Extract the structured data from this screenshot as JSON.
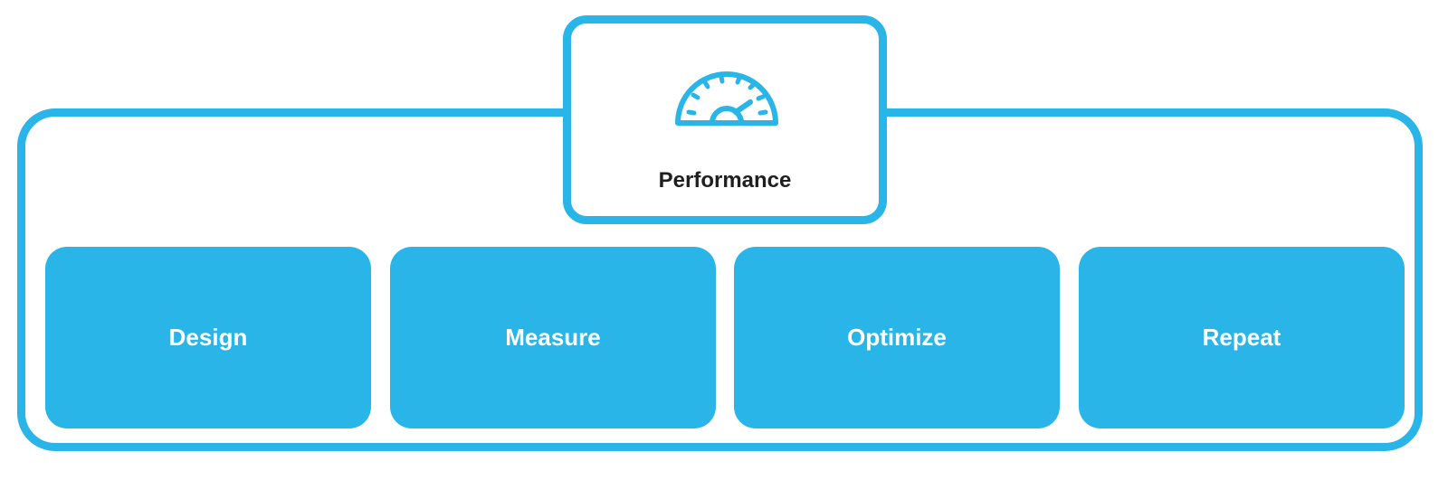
{
  "hub": {
    "label": "Performance",
    "icon": "speedometer-icon"
  },
  "steps": [
    {
      "label": "Design"
    },
    {
      "label": "Measure"
    },
    {
      "label": "Optimize"
    },
    {
      "label": "Repeat"
    }
  ],
  "colors": {
    "accent": "#29b5e8",
    "hub_text": "#1f1f1f",
    "step_text": "#ffffff",
    "background": "#ffffff"
  }
}
